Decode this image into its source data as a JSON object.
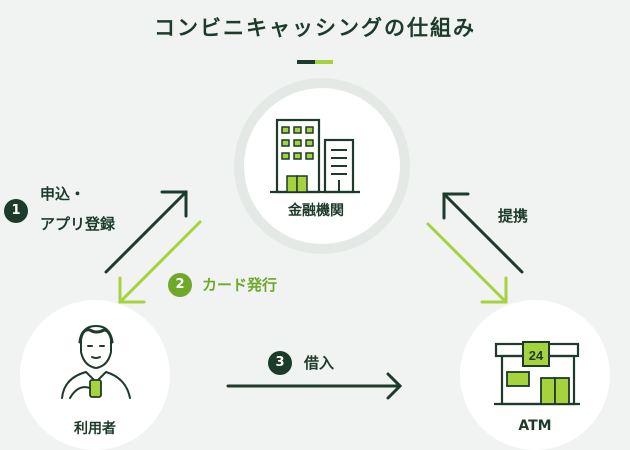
{
  "title": "コンビニキャッシングの仕組み",
  "nodes": {
    "bank": "金融機関",
    "user": "利用者",
    "atm": "ATM",
    "atm_sign": "24"
  },
  "steps": [
    {
      "number": "1",
      "label_line1": "申込・",
      "label_line2": "アプリ登録"
    },
    {
      "number": "2",
      "label": "カード発行"
    },
    {
      "number": "3",
      "label": "借入"
    }
  ],
  "partnership": "提携",
  "colors": {
    "dark": "#1d3b2a",
    "accent": "#a6d23d",
    "accent_text": "#6fa82a",
    "background": "#f1f3f2"
  }
}
